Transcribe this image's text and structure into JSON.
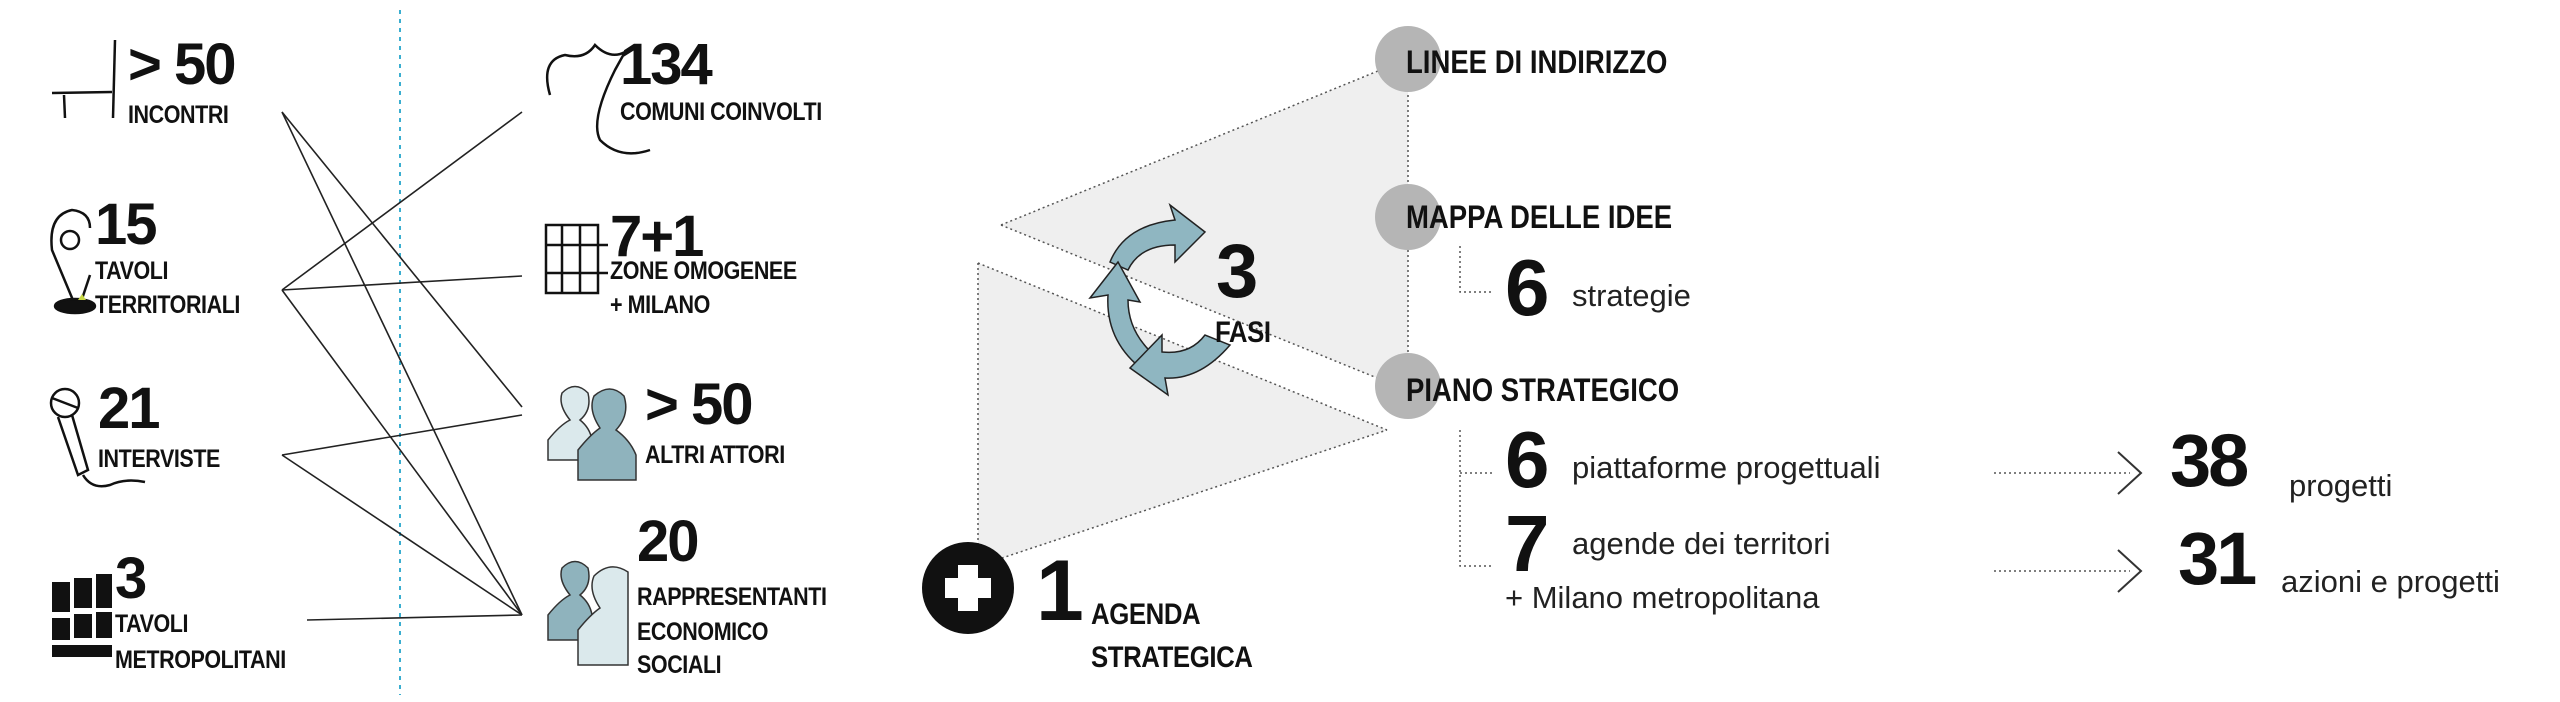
{
  "colors": {
    "accent_blue": "#3aaed0",
    "arrow": "#8fb6c1",
    "people_dark": "#8fb3bd",
    "people_light": "#dbe9ec",
    "node_gray": "#b5b5b5",
    "panel_gray": "#efefef"
  },
  "left": [
    {
      "number": "> 50",
      "label": [
        "INCONTRI"
      ],
      "icon": "table-icon"
    },
    {
      "number": "15",
      "label": [
        "TAVOLI",
        "TERRITORIALI"
      ],
      "icon": "map-pin-icon"
    },
    {
      "number": "21",
      "label": [
        "INTERVISTE"
      ],
      "icon": "microphone-icon"
    },
    {
      "number": "3",
      "label": [
        "TAVOLI",
        "METROPOLITANI"
      ],
      "icon": "city-grid-icon"
    }
  ],
  "right": [
    {
      "number": "134",
      "label": [
        "COMUNI COINVOLTI"
      ],
      "icon": "territory-map-icon"
    },
    {
      "number": "7+1",
      "label": [
        "ZONE OMOGENEE",
        "+ MILANO"
      ],
      "icon": "zones-grid-icon"
    },
    {
      "number": "> 50",
      "label": [
        "ALTRI ATTORI"
      ],
      "icon": "people-icon"
    },
    {
      "number": "20",
      "label": [
        "RAPPRESENTANTI",
        "ECONOMICO",
        "SOCIALI"
      ],
      "icon": "people-icon"
    }
  ],
  "process": {
    "cycle_number": "3",
    "cycle_label": "FASI",
    "agenda_number": "1",
    "agenda_label": [
      "AGENDA",
      "STRATEGICA"
    ],
    "phases": [
      "LINEE DI INDIRIZZO",
      "MAPPA DELLE IDEE",
      "PIANO STRATEGICO"
    ],
    "strategie": {
      "number": "6",
      "label": "strategie"
    },
    "piattaforme": {
      "number": "6",
      "label": "piattaforme progettuali",
      "result_number": "38",
      "result_label": "progetti"
    },
    "agende": {
      "number": "7",
      "label": "agende dei territori",
      "label2": "+ Milano metropolitana",
      "result_number": "31",
      "result_label": "azioni e progetti"
    }
  }
}
